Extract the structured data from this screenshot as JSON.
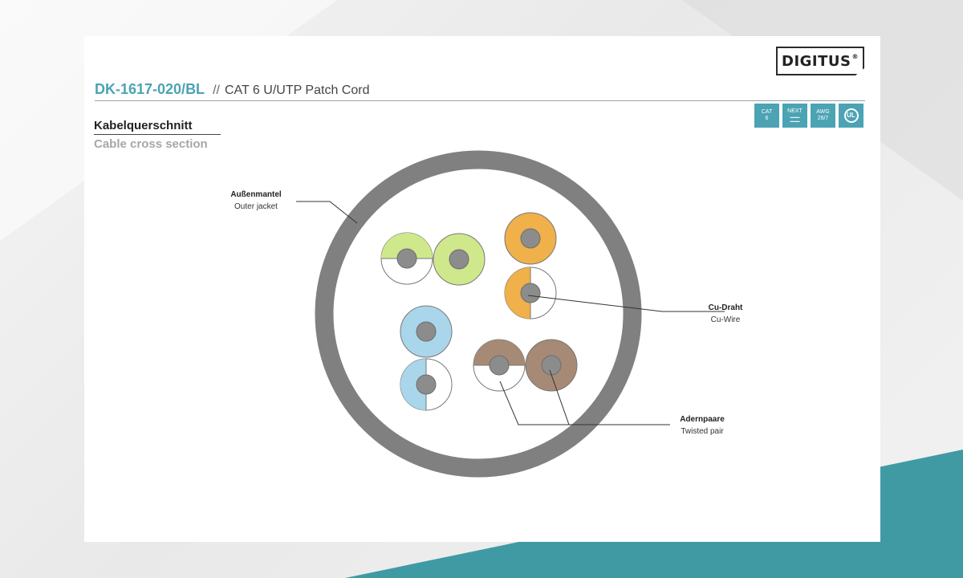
{
  "brand": {
    "logo_text": "DIGITUS",
    "registered_mark": "®"
  },
  "header": {
    "product_code": "DK-1617-020/BL",
    "separator": "//",
    "description": "CAT 6 U/UTP Patch Cord"
  },
  "badges": [
    {
      "label": "CAT",
      "sub": "6",
      "icon": "cat-badge-icon"
    },
    {
      "label": "NEXT",
      "sub": "",
      "icon": "next-badge-icon"
    },
    {
      "label": "AWG",
      "sub": "26/7",
      "icon": "awg-badge-icon"
    },
    {
      "label": "UL",
      "sub": "",
      "icon": "ul-certified-icon"
    }
  ],
  "section": {
    "title": "Kabelquerschnitt",
    "subtitle": "Cable cross section"
  },
  "callouts": {
    "outer_jacket": {
      "de": "Außenmantel",
      "en": "Outer jacket"
    },
    "cu_wire": {
      "de": "Cu-Draht",
      "en": "Cu-Wire"
    },
    "twisted_pair": {
      "de": "Adernpaare",
      "en": "Twisted pair"
    }
  },
  "colors": {
    "accent": "#4ba3b4",
    "jacket": "#808080",
    "copper_core": "#8c8c8c",
    "pair_green": "#cfe88b",
    "pair_orange": "#f0b04a",
    "pair_blue": "#a9d6ea",
    "pair_brown": "#a68a75",
    "background_teal": "#3f9aa4"
  },
  "wire_pairs": [
    {
      "color_name": "green",
      "wires": [
        "striped",
        "solid"
      ]
    },
    {
      "color_name": "orange",
      "wires": [
        "solid",
        "striped"
      ]
    },
    {
      "color_name": "blue",
      "wires": [
        "solid",
        "striped"
      ]
    },
    {
      "color_name": "brown",
      "wires": [
        "striped",
        "solid"
      ]
    }
  ]
}
